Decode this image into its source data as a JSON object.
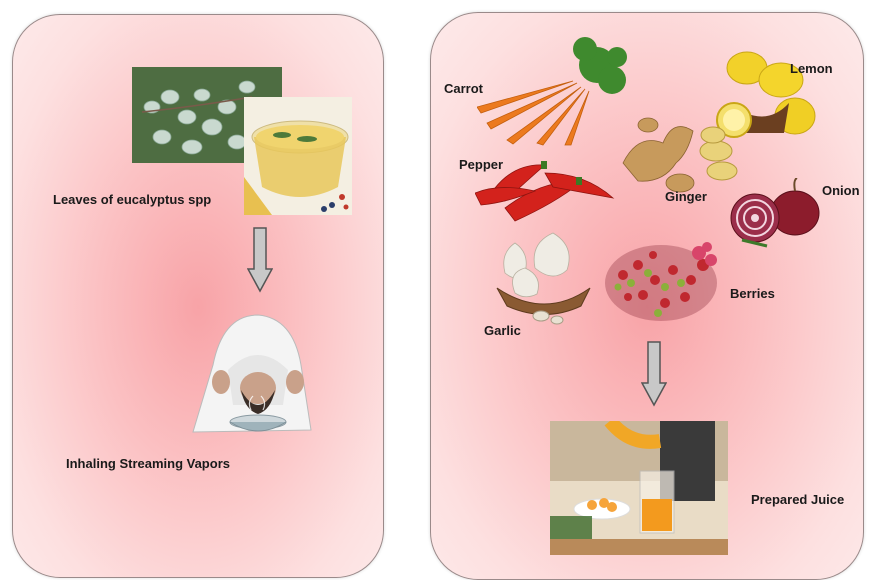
{
  "left_panel": {
    "eucalyptus_label": "Leaves of eucalyptus spp",
    "inhaling_label": "Inhaling Streaming Vapors"
  },
  "right_panel": {
    "carrot_label": "Carrot",
    "lemon_label": "Lemon",
    "pepper_label": "Pepper",
    "ginger_label": "Ginger",
    "onion_label": "Onion",
    "garlic_label": "Garlic",
    "berries_label": "Berries",
    "juice_label": "Prepared Juice"
  },
  "colors": {
    "panel_center": "#f8a3a7",
    "panel_edge": "#fdeaea",
    "arrow_fill": "#c8c8c8"
  }
}
